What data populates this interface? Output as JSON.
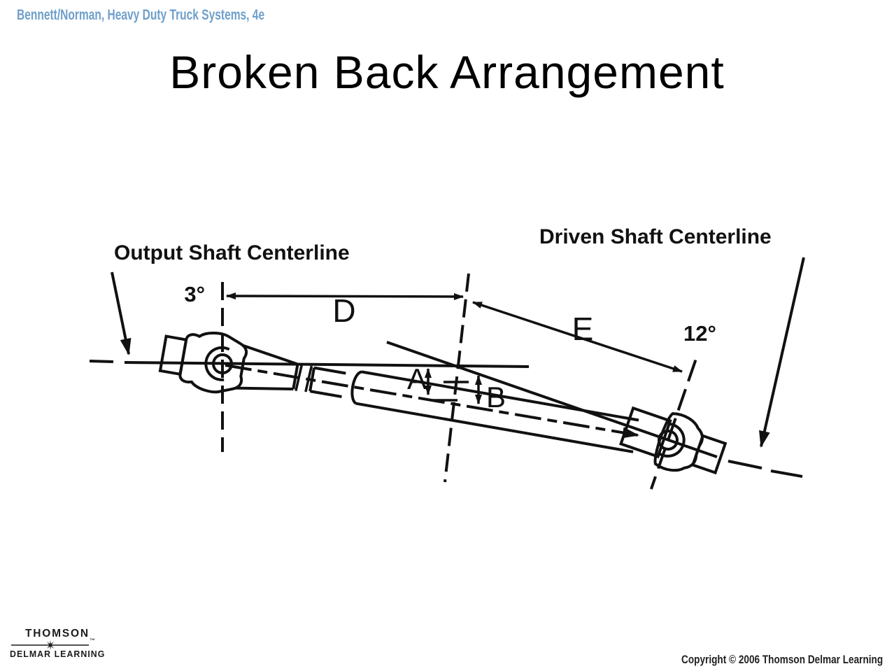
{
  "page": {
    "background_color": "#ffffff",
    "text_color": "#000000"
  },
  "header": {
    "book_credit": "Bennett/Norman, Heavy Duty Truck Systems, 4e",
    "color": "#6f9fca"
  },
  "title": "Broken Back Arrangement",
  "diagram": {
    "stroke_color": "#111111",
    "labels": {
      "output_centerline": "Output Shaft Centerline",
      "driven_centerline": "Driven Shaft Centerline",
      "output_angle": "3°",
      "driven_angle": "12°",
      "dim_d": "D",
      "dim_e": "E",
      "angle_a": "A",
      "angle_b": "B"
    }
  },
  "footer": {
    "logo": {
      "brand": "THOMSON",
      "star_icon": "8-point-star",
      "trademark": "™",
      "sub_brand": "DELMAR LEARNING"
    },
    "copyright": "Copyright © 2006 Thomson Delmar Learning"
  }
}
